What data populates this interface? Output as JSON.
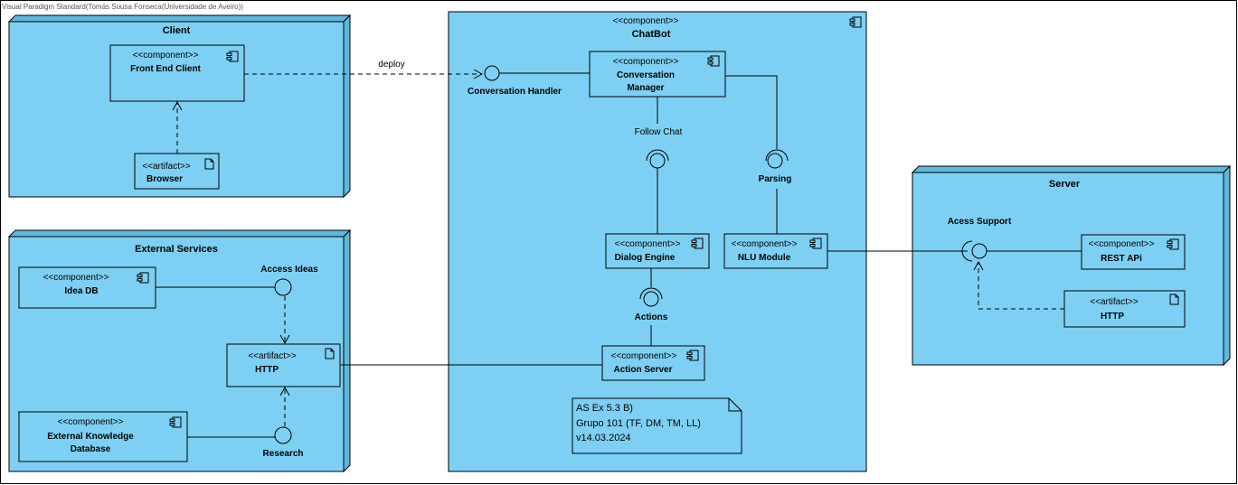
{
  "watermark": "Visual Paradigm Standard(Tomás Sousa Fonseca(Universidade de Aveiro))",
  "stereotypes": {
    "component": "<<component>>",
    "artifact": "<<artifact>>"
  },
  "nodes": {
    "client": "Client",
    "external": "External Services",
    "chatbot": "ChatBot",
    "server": "Server"
  },
  "components": {
    "front_end": "Front End Client",
    "browser": "Browser",
    "idea_db": "Idea DB",
    "http_ext": "HTTP",
    "ext_knowledge_1": "External Knowledge",
    "ext_knowledge_2": "Database",
    "conv_manager_1": "Conversation",
    "conv_manager_2": "Manager",
    "dialog_engine": "Dialog Engine",
    "nlu_module": "NLU Module",
    "action_server": "Action Server",
    "rest_api": "REST APi",
    "http_server": "HTTP"
  },
  "interfaces": {
    "conversation_handler": "Conversation Handler",
    "follow_chat": "Follow Chat",
    "parsing": "Parsing",
    "actions": "Actions",
    "access_ideas": "Access Ideas",
    "research": "Research",
    "acess_support": "Acess Support"
  },
  "edges": {
    "deploy": "deploy"
  },
  "note": {
    "line1": "AS Ex 5.3 B)",
    "line2": "Grupo 101 (TF, DM, TM, LL)",
    "line3": "v14.03.2024"
  },
  "colors": {
    "node_fill": "#7dd0f3",
    "node_side": "#5eb8de",
    "stroke": "#000000",
    "background": "#ffffff"
  }
}
